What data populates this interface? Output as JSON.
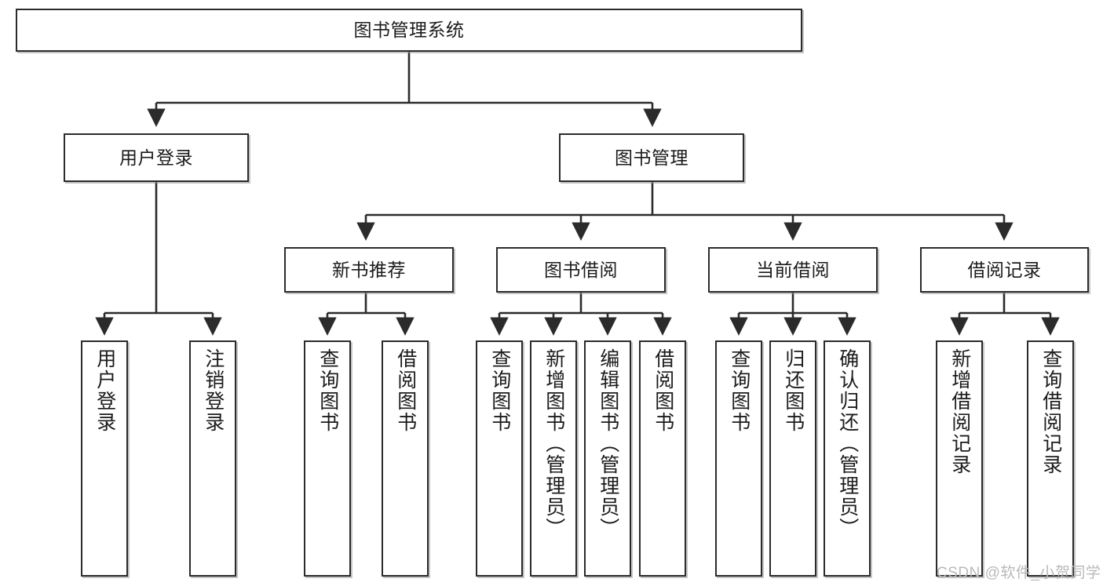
{
  "diagram": {
    "type": "tree-hierarchy",
    "title": "图书管理系统",
    "orientation": "top-down",
    "colors": {
      "box_border": "#2b2b2b",
      "box_fill": "#ffffff",
      "edge": "#2b2b2b",
      "text": "#1b1b1b",
      "watermark": "#b9b9b9"
    }
  },
  "nodes": {
    "root": {
      "label": "图书管理系统"
    },
    "level2": [
      {
        "id": "user-login",
        "label": "用户登录"
      },
      {
        "id": "book-manage",
        "label": "图书管理"
      }
    ],
    "level3": [
      {
        "id": "new-book-rec",
        "label": "新书推荐"
      },
      {
        "id": "book-borrow",
        "label": "图书借阅"
      },
      {
        "id": "current-borrow",
        "label": "当前借阅"
      },
      {
        "id": "borrow-record",
        "label": "借阅记录"
      }
    ],
    "leaves": [
      {
        "id": "leaf-user-login",
        "label": "用户登录",
        "parent": "user-login"
      },
      {
        "id": "leaf-logout",
        "label": "注销登录",
        "parent": "user-login"
      },
      {
        "id": "leaf-query-book-1",
        "label": "查询图书",
        "parent": "new-book-rec"
      },
      {
        "id": "leaf-borrow-book-1",
        "label": "借阅图书",
        "parent": "new-book-rec"
      },
      {
        "id": "leaf-query-book-2",
        "label": "查询图书",
        "parent": "book-borrow"
      },
      {
        "id": "leaf-add-book",
        "label": "新增图书（管理员）",
        "parent": "book-borrow"
      },
      {
        "id": "leaf-edit-book",
        "label": "编辑图书（管理员）",
        "parent": "book-borrow"
      },
      {
        "id": "leaf-borrow-book-2",
        "label": "借阅图书",
        "parent": "book-borrow"
      },
      {
        "id": "leaf-query-book-3",
        "label": "查询图书",
        "parent": "current-borrow"
      },
      {
        "id": "leaf-return-book",
        "label": "归还图书",
        "parent": "current-borrow"
      },
      {
        "id": "leaf-confirm-return",
        "label": "确认归还（管理员）",
        "parent": "current-borrow"
      },
      {
        "id": "leaf-add-record",
        "label": "新增借阅记录",
        "parent": "borrow-record"
      },
      {
        "id": "leaf-query-record",
        "label": "查询借阅记录",
        "parent": "borrow-record"
      }
    ]
  },
  "watermark": {
    "text": "CSDN @软件_小贺同学"
  }
}
